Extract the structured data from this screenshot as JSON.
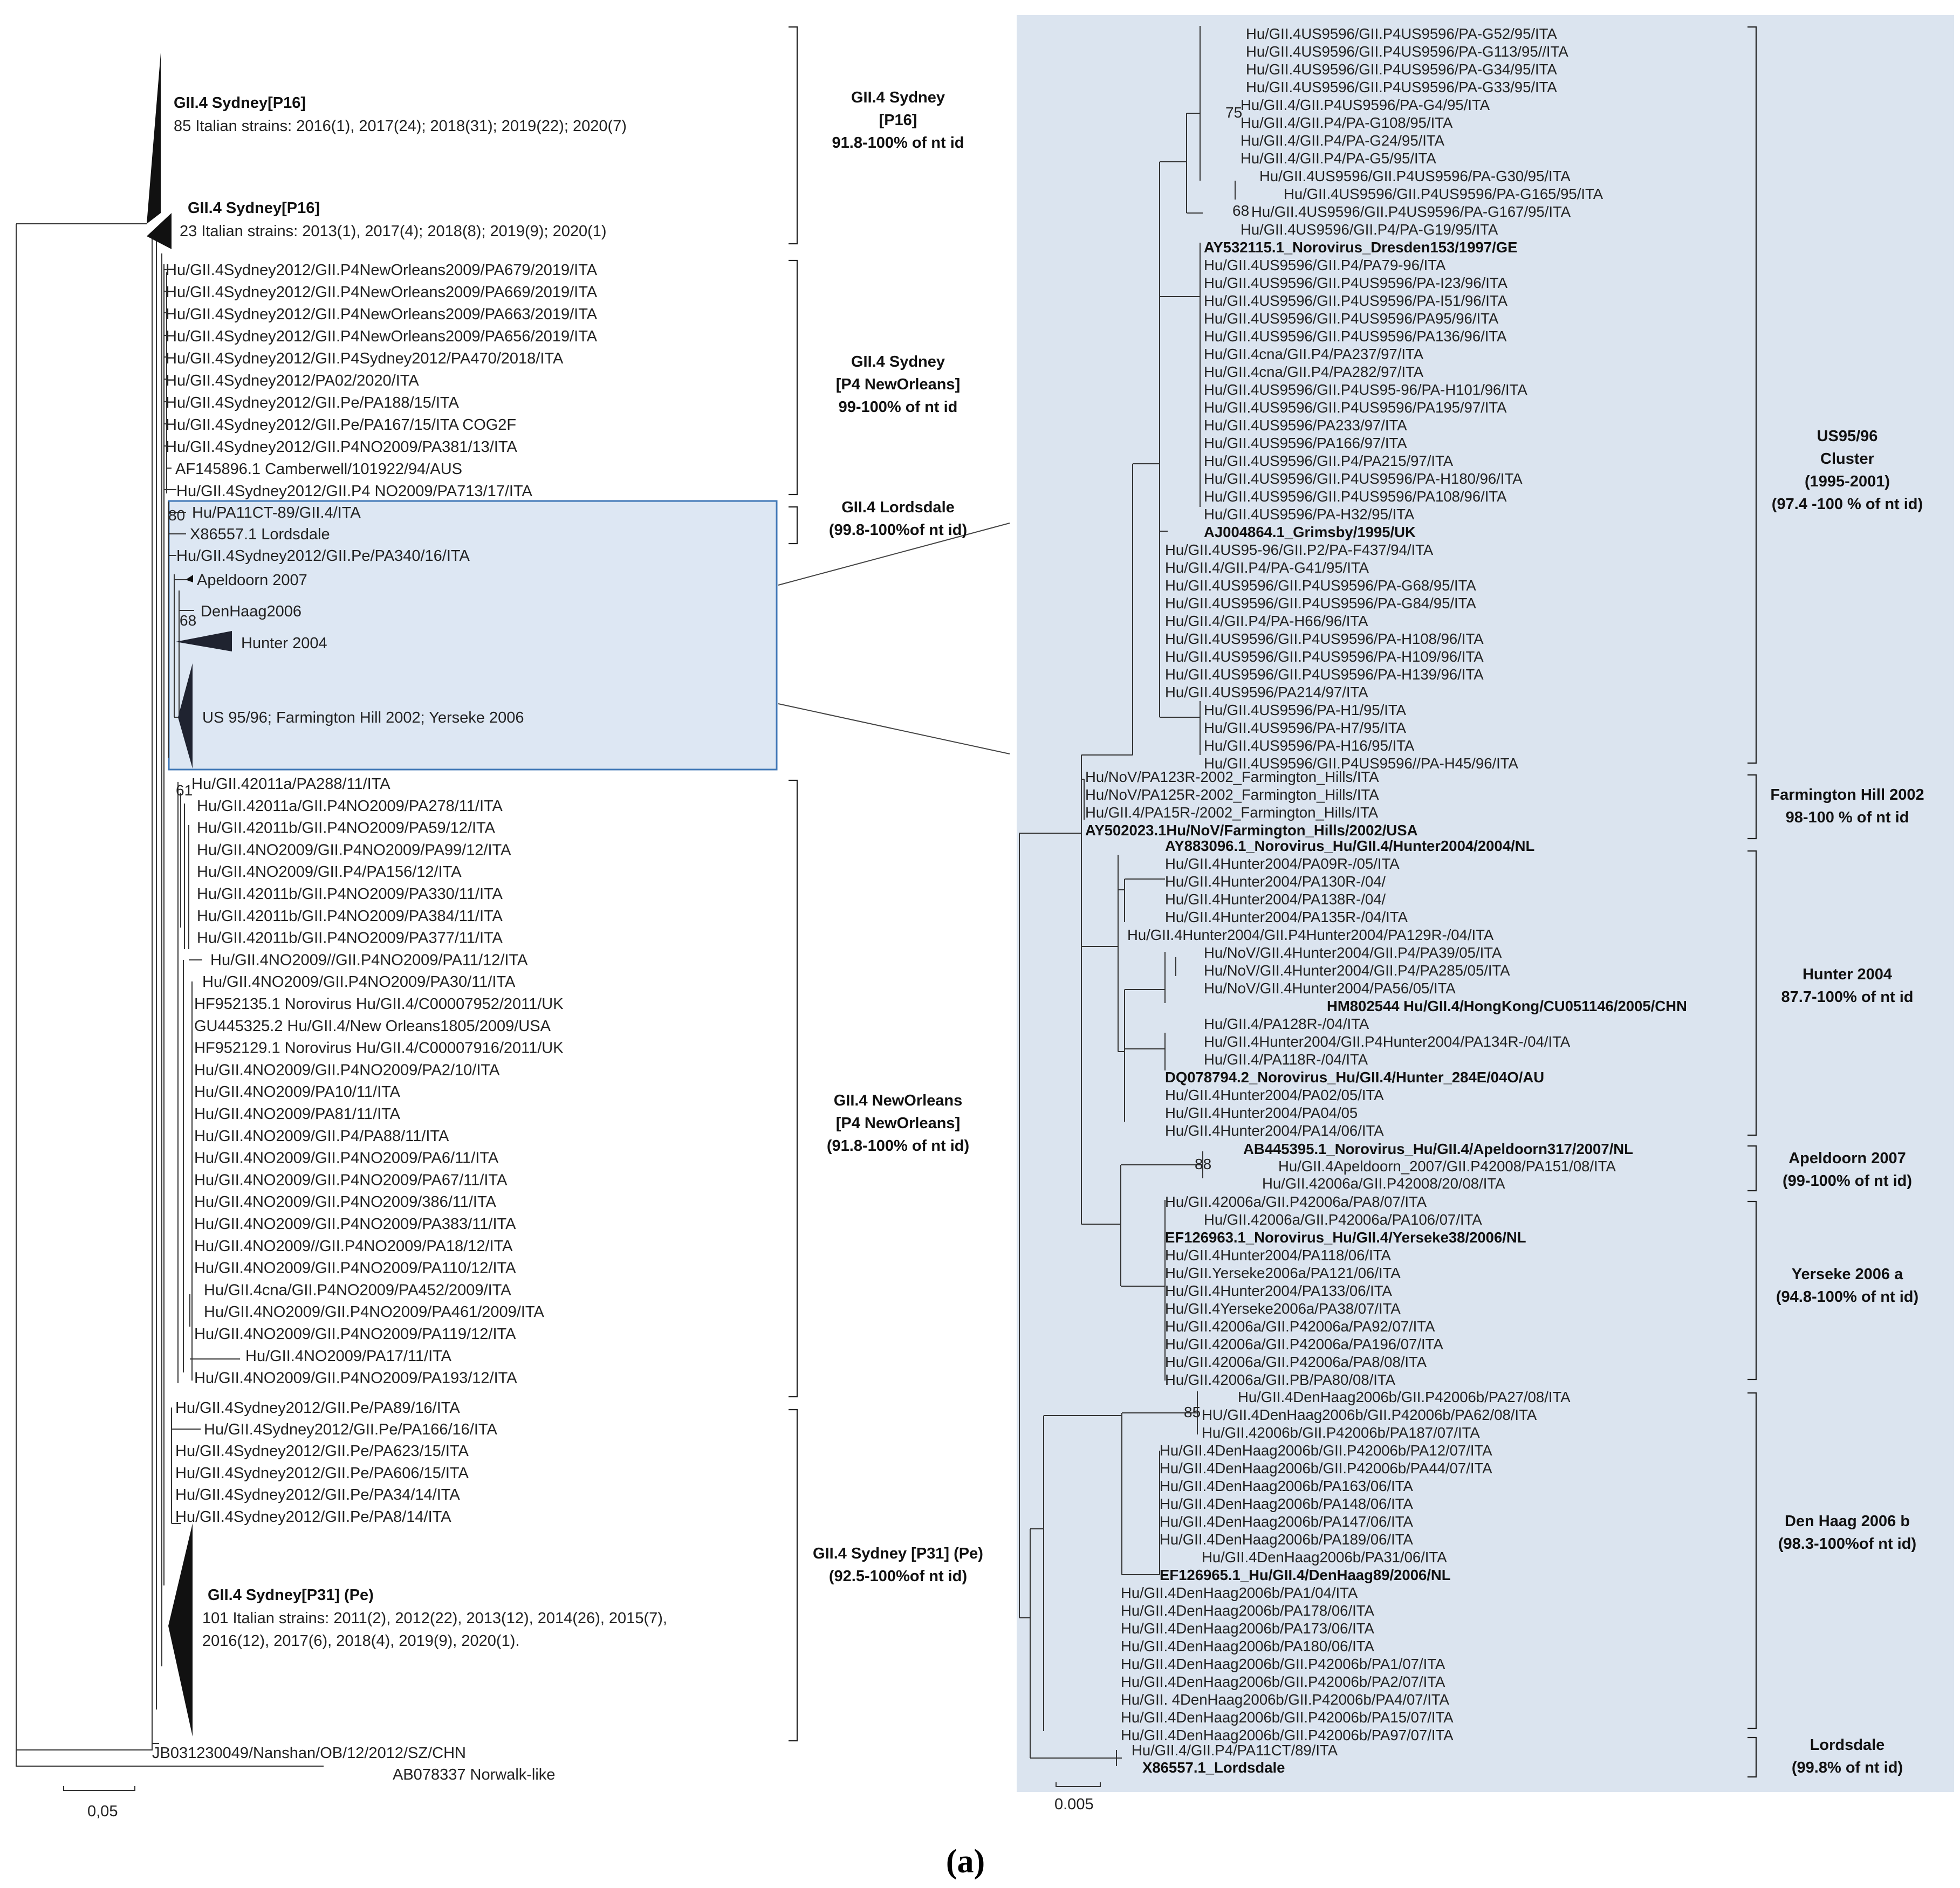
{
  "figure_label": "(a)",
  "left_panel": {
    "scale_bar": "0,05",
    "collapsed": [
      {
        "name": "GII.4 Sydney[P16]",
        "detail": "85 Italian strains: 2016(1), 2017(24); 2018(31); 2019(22); 2020(7)"
      },
      {
        "name": "GII.4 Sydney[P16]",
        "detail": "23 Italian strains: 2013(1), 2017(4); 2018(8); 2019(9); 2020(1)"
      },
      {
        "name": "GII.4 Sydney[P31] (Pe)",
        "detail": "101 Italian strains: 2011(2), 2012(22), 2013(12), 2014(26), 2015(7),",
        "detail2": "2016(12), 2017(6), 2018(4), 2019(9), 2020(1)."
      }
    ],
    "sydney_p4": [
      "Hu/GII.4Sydney2012/GII.P4NewOrleans2009/PA679/2019/ITA",
      "Hu/GII.4Sydney2012/GII.P4NewOrleans2009/PA669/2019/ITA",
      "Hu/GII.4Sydney2012/GII.P4NewOrleans2009/PA663/2019/ITA",
      "Hu/GII.4Sydney2012/GII.P4NewOrleans2009/PA656/2019/ITA",
      "Hu/GII.4Sydney2012/GII.P4Sydney2012/PA470/2018/ITA",
      "Hu/GII.4Sydney2012/PA02/2020/ITA",
      "Hu/GII.4Sydney2012/GII.Pe/PA188/15/ITA",
      "Hu/GII.4Sydney2012/GII.Pe/PA167/15/ITA COG2F",
      "Hu/GII.4Sydney2012/GII.P4NO2009/PA381/13/ITA",
      "AF145896.1 Camberwell/101922/94/AUS",
      "Hu/GII.4Sydney2012/GII.P4 NO2009/PA713/17/ITA"
    ],
    "box": [
      "Hu/PA11CT-89/GII.4/ITA",
      "X86557.1 Lordsdale",
      "Hu/GII.4Sydney2012/GII.Pe/PA340/16/ITA",
      "Apeldoorn 2007",
      "DenHaag2006",
      "Hunter 2004",
      "US 95/96; Farmington Hill 2002; Yerseke 2006"
    ],
    "neworleans": [
      "Hu/GII.42011a/PA288/11/ITA",
      "Hu/GII.42011a/GII.P4NO2009/PA278/11/ITA",
      "Hu/GII.42011b/GII.P4NO2009/PA59/12/ITA",
      "Hu/GII.4NO2009/GII.P4NO2009/PA99/12/ITA",
      "Hu/GII.4NO2009/GII.P4/PA156/12/ITA",
      "Hu/GII.42011b/GII.P4NO2009/PA330/11/ITA",
      "Hu/GII.42011b/GII.P4NO2009/PA384/11/ITA",
      "Hu/GII.42011b/GII.P4NO2009/PA377/11/ITA",
      "Hu/GII.4NO2009//GII.P4NO2009/PA11/12/ITA",
      "Hu/GII.4NO2009/GII.P4NO2009/PA30/11/ITA",
      "HF952135.1 Norovirus Hu/GII.4/C00007952/2011/UK",
      "GU445325.2 Hu/GII.4/New Orleans1805/2009/USA",
      "HF952129.1 Norovirus Hu/GII.4/C00007916/2011/UK",
      "Hu/GII.4NO2009/GII.P4NO2009/PA2/10/ITA",
      "Hu/GII.4NO2009/PA10/11/ITA",
      "Hu/GII.4NO2009/PA81/11/ITA",
      "Hu/GII.4NO2009/GII.P4/PA88/11/ITA",
      "Hu/GII.4NO2009/GII.P4NO2009/PA6/11/ITA",
      "Hu/GII.4NO2009/GII.P4NO2009/PA67/11/ITA",
      "Hu/GII.4NO2009/GII.P4NO2009/386/11/ITA",
      "Hu/GII.4NO2009/GII.P4NO2009/PA383/11/ITA",
      "Hu/GII.4NO2009//GII.P4NO2009/PA18/12/ITA",
      "Hu/GII.4NO2009/GII.P4NO2009/PA110/12/ITA",
      "Hu/GII.4cna/GII.P4NO2009/PA452/2009/ITA",
      "Hu/GII.4NO2009/GII.P4NO2009/PA461/2009/ITA",
      "Hu/GII.4NO2009/GII.P4NO2009/PA119/12/ITA",
      "Hu/GII.4NO2009/PA17/11/ITA",
      "Hu/GII.4NO2009/GII.P4NO2009/PA193/12/ITA"
    ],
    "sydney_pe": [
      "Hu/GII.4Sydney2012/GII.Pe/PA89/16/ITA",
      "Hu/GII.4Sydney2012/GII.Pe/PA166/16/ITA",
      "Hu/GII.4Sydney2012/GII.Pe/PA623/15/ITA",
      "Hu/GII.4Sydney2012/GII.Pe/PA606/15/ITA",
      "Hu/GII.4Sydney2012/GII.Pe/PA34/14/ITA",
      "Hu/GII.4Sydney2012/GII.Pe/PA8/14/ITA"
    ],
    "outgroups": [
      "JB031230049/Nanshan/OB/12/2012/SZ/CHN",
      "AB078337 Norwalk-like"
    ],
    "bootstraps": [
      "80",
      "68",
      "61"
    ],
    "clades": [
      {
        "lines": [
          "GII.4 Sydney",
          "[P16]",
          "91.8-100% of nt id"
        ]
      },
      {
        "lines": [
          "GII.4 Sydney",
          "[P4 NewOrleans]",
          "99-100% of nt id"
        ]
      },
      {
        "lines": [
          "GII.4 Lordsdale",
          "(99.8-100%of nt id)"
        ]
      },
      {
        "lines": [
          "GII.4 NewOrleans",
          "[P4 NewOrleans]",
          "(91.8-100% of nt id)"
        ]
      },
      {
        "lines": [
          "GII.4 Sydney [P31] (Pe)",
          "(92.5-100%of nt id)"
        ]
      }
    ]
  },
  "right_panel": {
    "scale_bar": "0.005",
    "bootstraps": [
      "75",
      "68",
      "88",
      "85"
    ],
    "us9596": [
      "Hu/GII.4US9596/GII.P4US9596/PA-G52/95/ITA",
      "Hu/GII.4US9596/GII.P4US9596/PA-G113/95//ITA",
      "Hu/GII.4US9596/GII.P4US9596/PA-G34/95/ITA",
      "Hu/GII.4US9596/GII.P4US9596/PA-G33/95/ITA",
      "Hu/GII.4/GII.P4US9596/PA-G4/95/ITA",
      "Hu/GII.4/GII.P4/PA-G108/95/ITA",
      "Hu/GII.4/GII.P4/PA-G24/95/ITA",
      "Hu/GII.4/GII.P4/PA-G5/95/ITA",
      "Hu/GII.4US9596/GII.P4US9596/PA-G30/95/ITA",
      "Hu/GII.4US9596/GII.P4US9596/PA-G165/95/ITA",
      "Hu/GII.4US9596/GII.P4US9596/PA-G167/95/ITA",
      "Hu/GII.4US9596/GII.P4/PA-G19/95/ITA",
      "AY532115.1_Norovirus_Dresden153/1997/GE",
      "Hu/GII.4US9596/GII.P4/PA79-96/ITA",
      "Hu/GII.4US9596/GII.P4US9596/PA-I23/96/ITA",
      "Hu/GII.4US9596/GII.P4US9596/PA-I51/96/ITA",
      "Hu/GII.4US9596/GII.P4US9596/PA95/96/ITA",
      "Hu/GII.4US9596/GII.P4US9596/PA136/96/ITA",
      "Hu/GII.4cna/GII.P4/PA237/97/ITA",
      "Hu/GII.4cna/GII.P4/PA282/97/ITA",
      "Hu/GII.4US9596/GII.P4US95-96/PA-H101/96/ITA",
      "Hu/GII.4US9596/GII.P4US9596/PA195/97/ITA",
      "Hu/GII.4US9596/PA233/97/ITA",
      "Hu/GII.4US9596/PA166/97/ITA",
      "Hu/GII.4US9596/GII.P4/PA215/97/ITA",
      "Hu/GII.4US9596/GII.P4US9596/PA-H180/96/ITA",
      "Hu/GII.4US9596/GII.P4US9596/PA108/96/ITA",
      "Hu/GII.4US9596/PA-H32/95/ITA",
      "AJ004864.1_Grimsby/1995/UK",
      "Hu/GII.4US95-96/GII.P2/PA-F437/94/ITA",
      "Hu/GII.4/GII.P4/PA-G41/95/ITA",
      "Hu/GII.4US9596/GII.P4US9596/PA-G68/95/ITA",
      "Hu/GII.4US9596/GII.P4US9596/PA-G84/95/ITA",
      "Hu/GII.4/GII.P4/PA-H66/96/ITA",
      "Hu/GII.4US9596/GII.P4US9596/PA-H108/96/ITA",
      "Hu/GII.4US9596/GII.P4US9596/PA-H109/96/ITA",
      "Hu/GII.4US9596/GII.P4US9596/PA-H139/96/ITA",
      "Hu/GII.4US9596/PA214/97/ITA",
      "Hu/GII.4US9596/PA-H1/95/ITA",
      "Hu/GII.4US9596/PA-H7/95/ITA",
      "Hu/GII.4US9596/PA-H16/95/ITA",
      "Hu/GII.4US9596/GII.P4US9596//PA-H45/96/ITA"
    ],
    "farmington": [
      "Hu/NoV/PA123R-2002_Farmington_Hills/ITA",
      "Hu/NoV/PA125R-2002_Farmington_Hills/ITA",
      "Hu/GII.4/PA15R-/2002_Farmington_Hills/ITA",
      "AY502023.1Hu/NoV/Farmington_Hills/2002/USA"
    ],
    "hunter": [
      "AY883096.1_Norovirus_Hu/GII.4/Hunter2004/2004/NL",
      "Hu/GII.4Hunter2004/PA09R-/05/ITA",
      "Hu/GII.4Hunter2004/PA130R-/04/",
      "Hu/GII.4Hunter2004/PA138R-/04/",
      "Hu/GII.4Hunter2004/PA135R-/04/ITA",
      "Hu/GII.4Hunter2004/GII.P4Hunter2004/PA129R-/04/ITA",
      "Hu/NoV/GII.4Hunter2004/GII.P4/PA39/05/ITA",
      "Hu/NoV/GII.4Hunter2004/GII.P4/PA285/05/ITA",
      "Hu/NoV/GII.4Hunter2004/PA56/05/ITA",
      "HM802544 Hu/GII.4/HongKong/CU051146/2005/CHN",
      "Hu/GII.4/PA128R-/04/ITA",
      "Hu/GII.4Hunter2004/GII.P4Hunter2004/PA134R-/04/ITA",
      "Hu/GII.4/PA118R-/04/ITA",
      "DQ078794.2_Norovirus_Hu/GII.4/Hunter_284E/04O/AU",
      "Hu/GII.4Hunter2004/PA02/05/ITA",
      "Hu/GII.4Hunter2004/PA04/05",
      "Hu/GII.4Hunter2004/PA14/06/ITA"
    ],
    "apeldoorn": [
      "AB445395.1_Norovirus_Hu/GII.4/Apeldoorn317/2007/NL",
      "Hu/GII.4Apeldoorn_2007/GII.P42008/PA151/08/ITA",
      "Hu/GII.42006a/GII.P42008/20/08/ITA"
    ],
    "yerseke": [
      "Hu/GII.42006a/GII.P42006a/PA8/07/ITA",
      "Hu/GII.42006a/GII.P42006a/PA106/07/ITA",
      "EF126963.1_Norovirus_Hu/GII.4/Yerseke38/2006/NL",
      "Hu/GII.4Hunter2004/PA118/06/ITA",
      "Hu/GII.Yerseke2006a/PA121/06/ITA",
      "Hu/GII.4Hunter2004/PA133/06/ITA",
      "Hu/GII.4Yerseke2006a/PA38/07/ITA",
      "Hu/GII.42006a/GII.P42006a/PA92/07/ITA",
      "Hu/GII.42006a/GII.P42006a/PA196/07/ITA",
      "Hu/GII.42006a/GII.P42006a/PA8/08/ITA",
      "Hu/GII.42006a/GII.PB/PA80/08/ITA"
    ],
    "denhaag": [
      "Hu/GII.4DenHaag2006b/GII.P42006b/PA27/08/ITA",
      "HU/GII.4DenHaag2006b/GII.P42006b/PA62/08/ITA",
      "Hu/GII.42006b/GII.P42006b/PA187/07/ITA",
      "Hu/GII.4DenHaag2006b/GII.P42006b/PA12/07/ITA",
      "Hu/GII.4DenHaag2006b/GII.P42006b/PA44/07/ITA",
      "Hu/GII.4DenHaag2006b/PA163/06/ITA",
      "Hu/GII.4DenHaag2006b/PA148/06/ITA",
      "Hu/GII.4DenHaag2006b/PA147/06/ITA",
      "Hu/GII.4DenHaag2006b/PA189/06/ITA",
      "Hu/GII.4DenHaag2006b/PA31/06/ITA",
      "EF126965.1_Hu/GII.4/DenHaag89/2006/NL",
      "Hu/GII.4DenHaag2006b/PA1/04/ITA",
      "Hu/GII.4DenHaag2006b/PA178/06/ITA",
      "Hu/GII.4DenHaag2006b/PA173/06/ITA",
      "Hu/GII.4DenHaag2006b/PA180/06/ITA",
      "Hu/GII.4DenHaag2006b/GII.P42006b/PA1/07/ITA",
      "Hu/GII.4DenHaag2006b/GII.P42006b/PA2/07/ITA",
      "Hu/GII. 4DenHaag2006b/GII.P42006b/PA4/07/ITA",
      "Hu/GII.4DenHaag2006b/GII.P42006b/PA15/07/ITA",
      "Hu/GII.4DenHaag2006b/GII.P42006b/PA97/07/ITA"
    ],
    "lordsdale": [
      "Hu/GII.4/GII.P4/PA11CT/89/ITA",
      "X86557.1_Lordsdale"
    ],
    "clades": [
      {
        "lines": [
          "US95/96",
          "Cluster",
          "(1995-2001)",
          "(97.4 -100 % of nt id)"
        ]
      },
      {
        "lines": [
          "Farmington Hill 2002",
          "98-100 % of nt id"
        ]
      },
      {
        "lines": [
          "Hunter 2004",
          "87.7-100% of nt id"
        ]
      },
      {
        "lines": [
          "Apeldoorn 2007",
          "(99-100% of nt id)"
        ]
      },
      {
        "lines": [
          "Yerseke 2006 a",
          "(94.8-100% of nt id)"
        ]
      },
      {
        "lines": [
          "Den Haag 2006 b",
          "(98.3-100%of nt id)"
        ]
      },
      {
        "lines": [
          "Lordsdale",
          "(99.8% of nt id)"
        ]
      }
    ]
  }
}
